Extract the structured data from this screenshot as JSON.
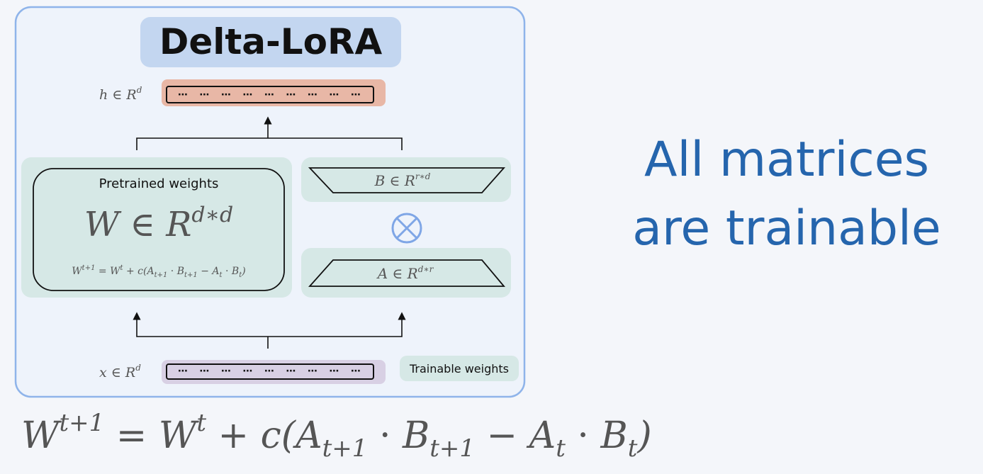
{
  "diagram": {
    "title": "Delta-LoRA",
    "output_label": {
      "var": "h",
      "rel": "∈",
      "space": "R",
      "exp": "d"
    },
    "input_label": {
      "var": "x",
      "rel": "∈",
      "space": "R",
      "exp": "d"
    },
    "vector_dots": "⋯",
    "pretrained": {
      "heading": "Pretrained weights",
      "matrix": {
        "var": "W",
        "rel": "∈",
        "space": "R",
        "exp": "d∗d"
      },
      "update_rule": "W^{t+1} = W^t + c(A_{t+1} · B_{t+1} − A_t · B_t)"
    },
    "matrix_b": {
      "var": "B",
      "rel": "∈",
      "space": "R",
      "exp": "r∗d"
    },
    "matrix_a": {
      "var": "A",
      "rel": "∈",
      "space": "R",
      "exp": "d∗r"
    },
    "operator_icon": "circled-times-icon",
    "legend": "Trainable weights"
  },
  "annotation": {
    "line1": "All matrices",
    "line2": "are trainable"
  },
  "formula": "W^{t+1} = W^t + c(A_{t+1} · B_{t+1} − A_t · B_t)",
  "colors": {
    "panel_border": "#8fb4ea",
    "panel_bg": "#eef3fb",
    "title_bg": "#c3d6f0",
    "output_wash": "#e8b7a6",
    "input_wash": "#d8d0e4",
    "trainable_wash": "#d6e8e6",
    "accent_blue": "#2565ad",
    "operator": "#7fa6e6"
  }
}
